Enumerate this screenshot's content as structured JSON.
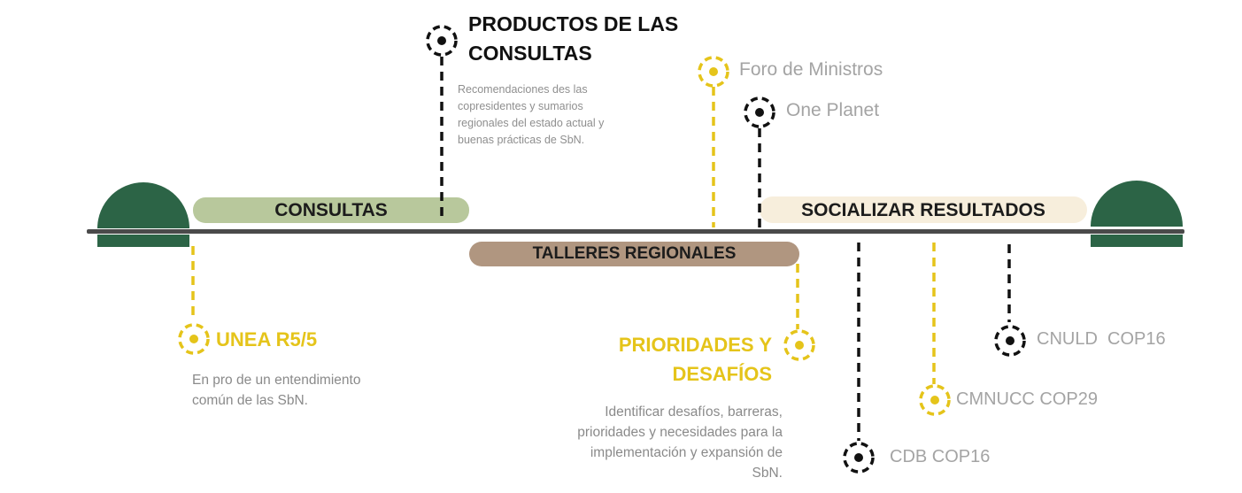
{
  "phases": {
    "consultas": "CONSULTAS",
    "talleres": "TALLERES REGIONALES",
    "socializar": "SOCIALIZAR RESULTADOS"
  },
  "productos": {
    "title_line1": "PRODUCTOS DE LAS",
    "title_line2": "CONSULTAS",
    "description": "Recomendaciones des las copresidentes y sumarios regionales del estado actual y buenas prácticas de SbN."
  },
  "unea": {
    "title": "UNEA R5/5",
    "description": "En pro de un entendimiento común de las SbN."
  },
  "prioridades": {
    "title_line1": "PRIORIDADES Y",
    "title_line2": "DESAFÍOS",
    "description": "Identificar desafíos, barreras, prioridades y necesidades para la implementación y expansión de SbN."
  },
  "events": {
    "foro": "Foro de Ministros",
    "one_planet": "One Planet",
    "cnuld": "CNULD  COP16",
    "cmnucc": "CMNUCC COP29",
    "cdb": "CDB COP16"
  },
  "colors": {
    "green_dark": "#2c6446",
    "consultas_bar": "#b8c89c",
    "talleres_bar": "#b09680",
    "socializar_bar": "#f7eedc",
    "gold": "#e5c41a",
    "black": "#111111",
    "text_gray": "#8a8a8a"
  },
  "icons": [
    "target-icon"
  ]
}
